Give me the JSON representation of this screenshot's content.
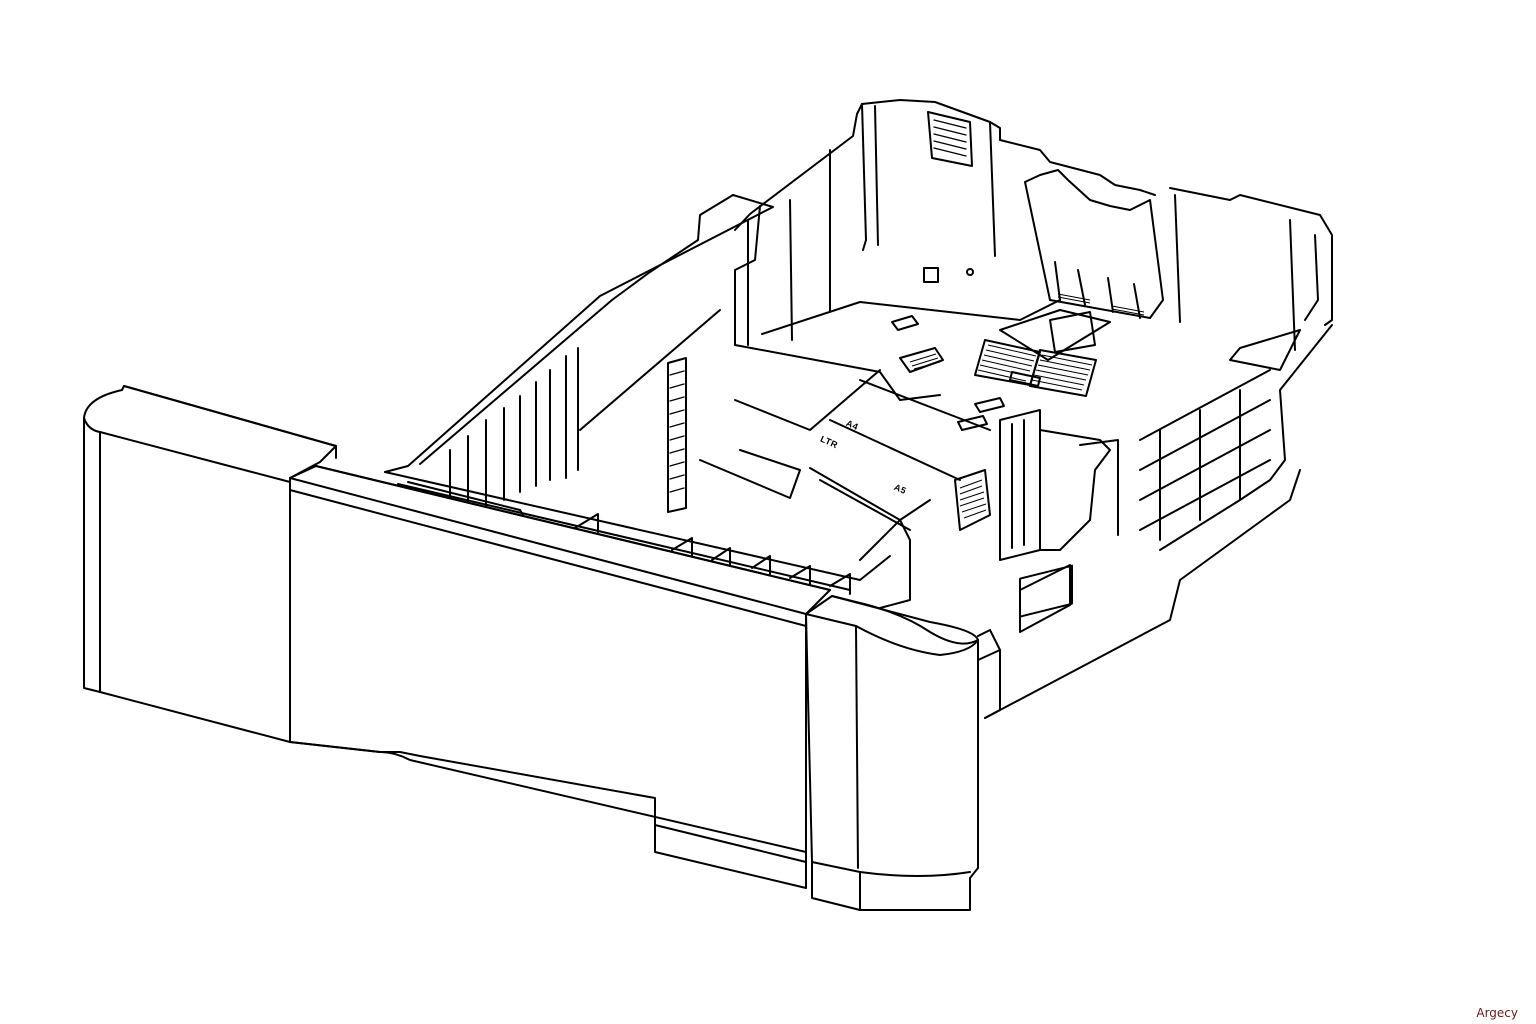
{
  "figure": {
    "subject": "Printer paper tray / cassette (isometric line drawing)",
    "labels": {
      "a4": "A4",
      "ltr": "LTR",
      "a5": "A5"
    },
    "watermark": "Argecy"
  },
  "colors": {
    "line": "#000000",
    "background": "#ffffff",
    "watermark": "#6b1a1a"
  }
}
